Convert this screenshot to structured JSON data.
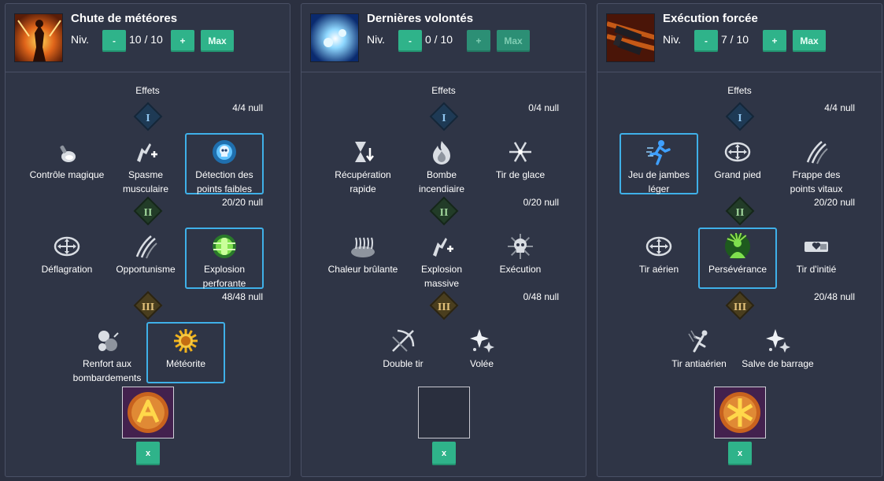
{
  "panels": [
    {
      "name": "Chute de météores",
      "icon": "meteor-fall-icon",
      "level_label": "Niv.",
      "level_value": "10 / 10",
      "minus_label": "-",
      "plus_label": "+",
      "max_label": "Max",
      "max_enabled": true,
      "plus_enabled": true,
      "effects_title": "Effets",
      "tiers": [
        {
          "roman": "I",
          "count": "4/4 null",
          "nodes": [
            {
              "label": "Contrôle magique",
              "icon": "flask-icon",
              "selected": false
            },
            {
              "label": "Spasme musculaire",
              "icon": "muscle-plus-icon",
              "selected": false
            },
            {
              "label": "Détection des points faibles",
              "icon": "skull-eye-icon",
              "selected": true
            }
          ]
        },
        {
          "roman": "II",
          "count": "20/20 null",
          "nodes": [
            {
              "label": "Déflagration",
              "icon": "target-cross-icon",
              "selected": false
            },
            {
              "label": "Opportunisme",
              "icon": "claw-icon",
              "selected": false
            },
            {
              "label": "Explosion perforante",
              "icon": "green-bolt-orb-icon",
              "selected": true
            }
          ]
        },
        {
          "roman": "III",
          "count": "48/48 null",
          "nodes": [
            {
              "label": "Renfort aux bombardements",
              "icon": "bombs-icon",
              "selected": false
            },
            {
              "label": "Météorite",
              "icon": "sun-meteor-icon",
              "selected": true
            }
          ]
        }
      ],
      "rune": {
        "filled": true,
        "icon": "orange-rune-a-icon"
      },
      "remove_label": "x"
    },
    {
      "name": "Dernières volontés",
      "icon": "ice-blast-icon",
      "level_label": "Niv.",
      "level_value": "0 / 10",
      "minus_label": "-",
      "plus_label": "+",
      "max_label": "Max",
      "max_enabled": false,
      "plus_enabled": false,
      "effects_title": "Effets",
      "tiers": [
        {
          "roman": "I",
          "count": "0/4 null",
          "nodes": [
            {
              "label": "Récupération rapide",
              "icon": "hourglass-down-icon",
              "selected": false
            },
            {
              "label": "Bombe incendiaire",
              "icon": "flame-icon",
              "selected": false
            },
            {
              "label": "Tir de glace",
              "icon": "snowflake-icon",
              "selected": false
            }
          ]
        },
        {
          "roman": "II",
          "count": "0/20 null",
          "nodes": [
            {
              "label": "Chaleur brûlante",
              "icon": "heat-waves-icon",
              "selected": false
            },
            {
              "label": "Explosion massive",
              "icon": "muscle-plus-icon",
              "selected": false
            },
            {
              "label": "Exécution",
              "icon": "skull-burst-icon",
              "selected": false
            }
          ]
        },
        {
          "roman": "III",
          "count": "0/48 null",
          "nodes": [
            {
              "label": "Double tir",
              "icon": "crossbow-icon",
              "selected": false
            },
            {
              "label": "Volée",
              "icon": "sparkle-burst-icon",
              "selected": false
            }
          ]
        }
      ],
      "rune": {
        "filled": false,
        "icon": ""
      },
      "remove_label": "x"
    },
    {
      "name": "Exécution forcée",
      "icon": "guns-fire-icon",
      "level_label": "Niv.",
      "level_value": "7 / 10",
      "minus_label": "-",
      "plus_label": "+",
      "max_label": "Max",
      "max_enabled": true,
      "plus_enabled": true,
      "effects_title": "Effets",
      "tiers": [
        {
          "roman": "I",
          "count": "4/4 null",
          "nodes": [
            {
              "label": "Jeu de jambes léger",
              "icon": "running-blue-icon",
              "selected": true
            },
            {
              "label": "Grand pied",
              "icon": "target-cross-icon",
              "selected": false
            },
            {
              "label": "Frappe des points vitaux",
              "icon": "claw-icon",
              "selected": false
            }
          ]
        },
        {
          "roman": "II",
          "count": "20/20 null",
          "nodes": [
            {
              "label": "Tir aérien",
              "icon": "target-cross-icon",
              "selected": false
            },
            {
              "label": "Persévérance",
              "icon": "green-person-icon",
              "selected": true
            },
            {
              "label": "Tir d'initié",
              "icon": "heart-bar-icon",
              "selected": false
            }
          ]
        },
        {
          "roman": "III",
          "count": "20/48 null",
          "nodes": [
            {
              "label": "Tir antiaérien",
              "icon": "falling-figure-icon",
              "selected": false
            },
            {
              "label": "Salve de barrage",
              "icon": "sparkle-burst-icon",
              "selected": false
            }
          ]
        }
      ],
      "rune": {
        "filled": true,
        "icon": "orange-rune-star-icon"
      },
      "remove_label": "x"
    }
  ]
}
